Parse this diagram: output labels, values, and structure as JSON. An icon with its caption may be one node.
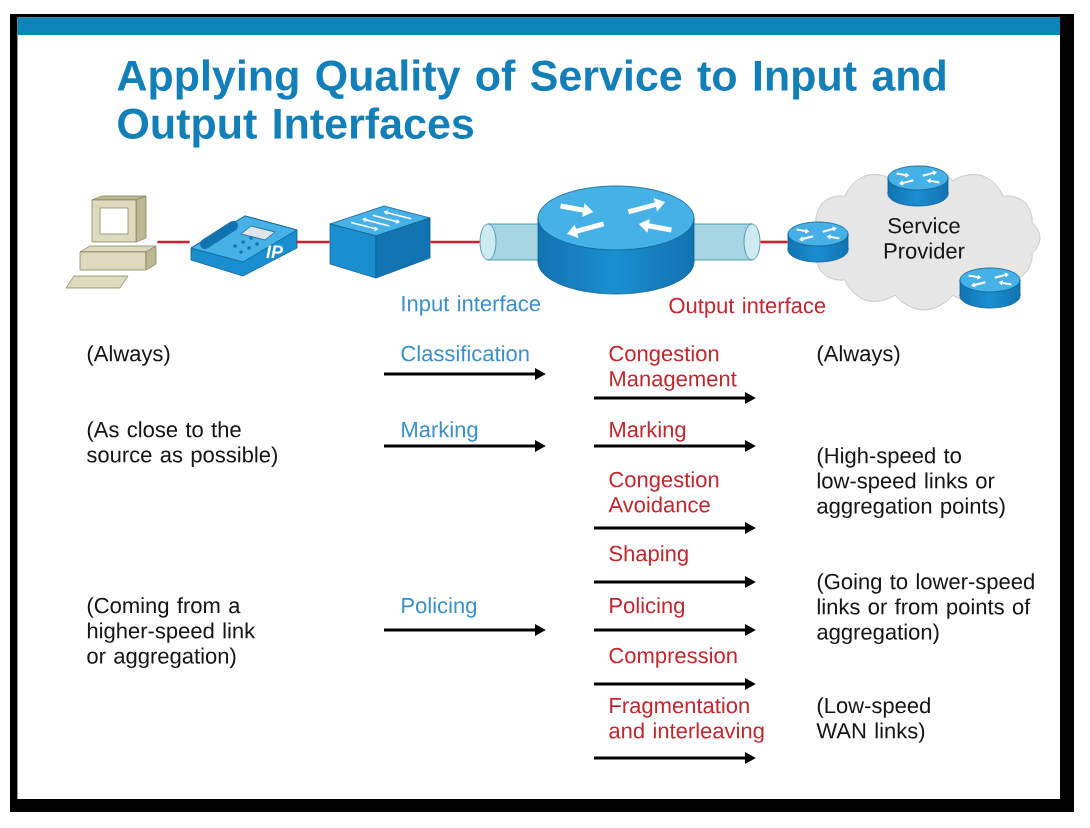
{
  "diagram": {
    "title": "Applying Quality of Service to Input and Output Interfaces",
    "nodes": [
      {
        "text": [],
        "shape": "picture"
      },
      {
        "text": [
          "IP"
        ]
      },
      {
        "text": [],
        "shape": "picture"
      },
      {
        "text": [],
        "shape": "cylinder"
      },
      {
        "text": [],
        "shape": "picture"
      },
      {
        "text": [],
        "shape": "cylinder"
      },
      {
        "text": [
          "Service Provider"
        ]
      },
      {
        "text": [],
        "shape": "picture"
      }
    ],
    "edges": [
      {
        "from": 0,
        "to": 1,
        "arrow": "none"
      },
      {
        "from": 1,
        "to": 2,
        "arrow": "none"
      },
      {
        "from": 2,
        "to": 3,
        "arrow": "none"
      },
      {
        "from": 5,
        "to": 7,
        "arrow": "none"
      }
    ],
    "labels": [
      "Input interface",
      "Output interface",
      "(Always)",
      "Classification",
      "Congestion Management",
      "(Always)",
      "(As close to the source as possible)",
      "Marking",
      "Marking",
      "Congestion Avoidance",
      "(High-speed to low-speed links or aggregation points)",
      "Shaping",
      "(Coming from a higher-speed link or aggregation)",
      "Policing",
      "Policing",
      "Compression",
      "(Going to lower-speed links or from points of aggregation)",
      "Fragmentation and interleaving",
      "(Low-speed WAN links)"
    ]
  }
}
